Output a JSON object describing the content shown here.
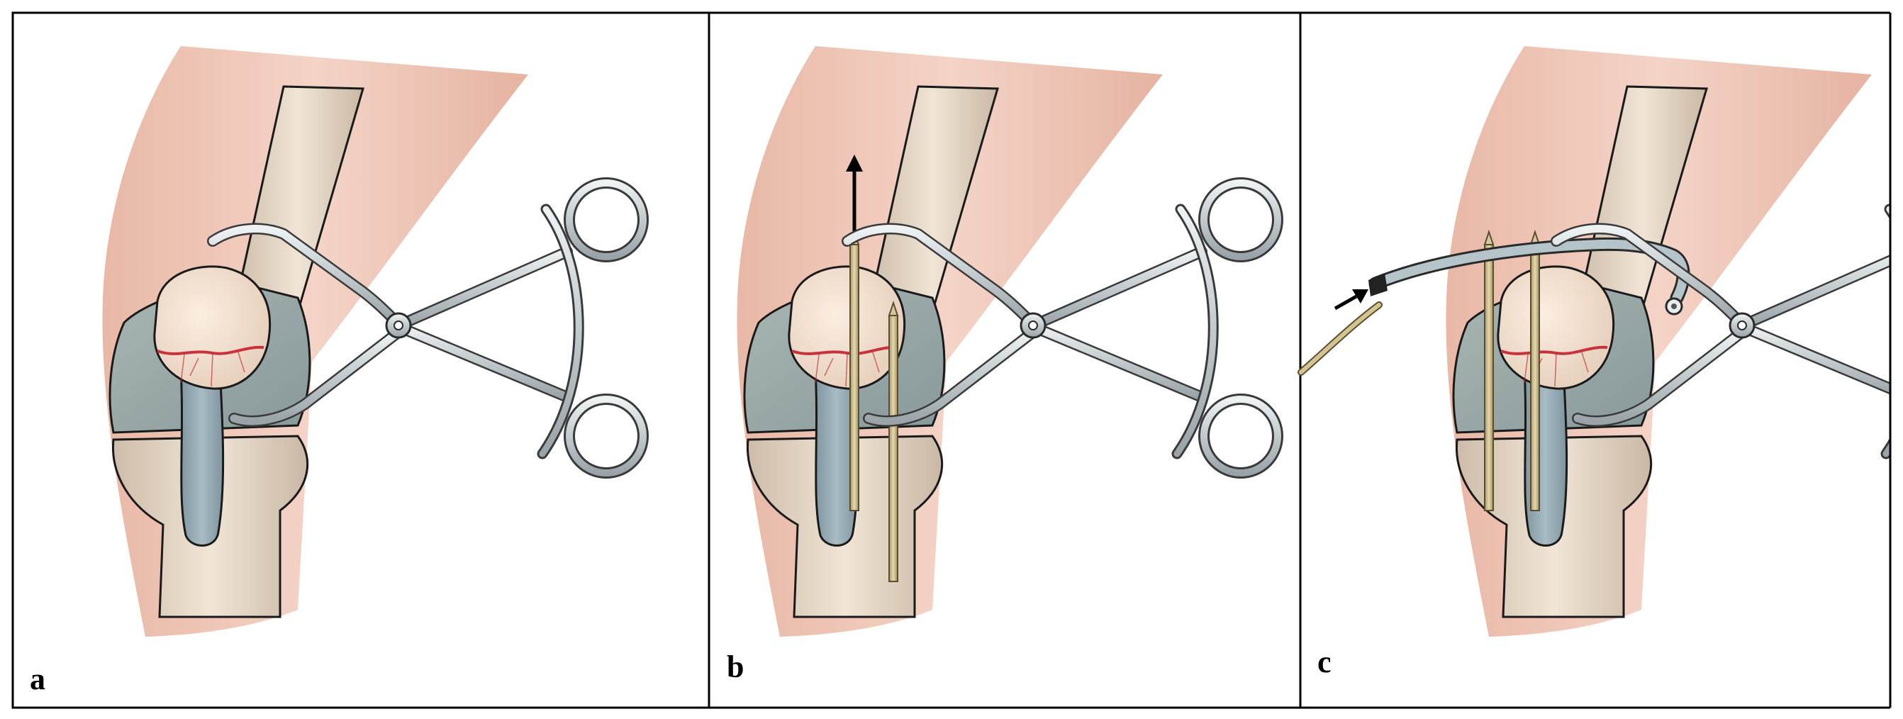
{
  "panels": [
    {
      "label": "a"
    },
    {
      "label": "b"
    },
    {
      "label": "c"
    }
  ],
  "colors": {
    "skin": "#ecc2b2",
    "skin_light": "#f6ddd2",
    "bone": "#d8c8b6",
    "bone_light": "#efe2d2",
    "patella": "#f3dfcc",
    "cartilage": "#9aaaa8",
    "tendon": "#8ea3ad",
    "wire": "#c8b889",
    "instrument": "#c9d1d4",
    "fracture_line": "#c8323c",
    "outline": "#1a1a1a"
  },
  "icons": [
    "arrow-up-icon",
    "arrow-diagonal-icon",
    "forceps-icon",
    "kirschner-wire-icon",
    "cannula-icon"
  ]
}
